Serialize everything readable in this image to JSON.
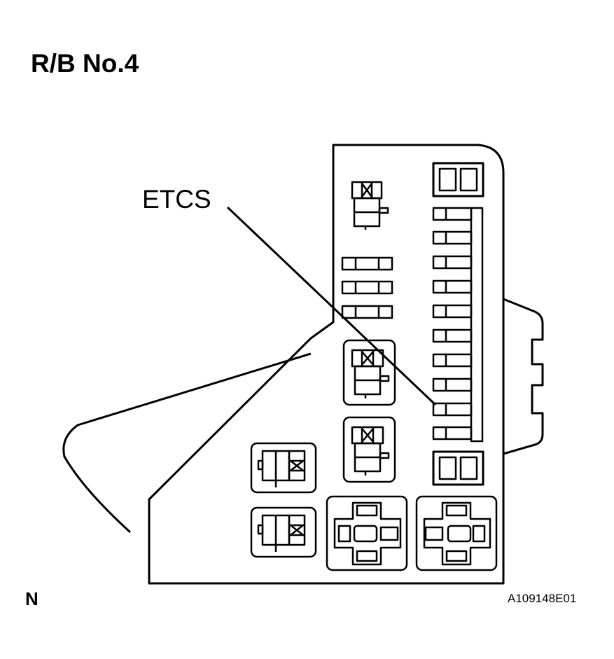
{
  "title": "R/B No.4",
  "callout_label": "ETCS",
  "corner_letter": "N",
  "figure_id": "A109148E01",
  "colors": {
    "line": "#000000",
    "background": "#ffffff"
  }
}
